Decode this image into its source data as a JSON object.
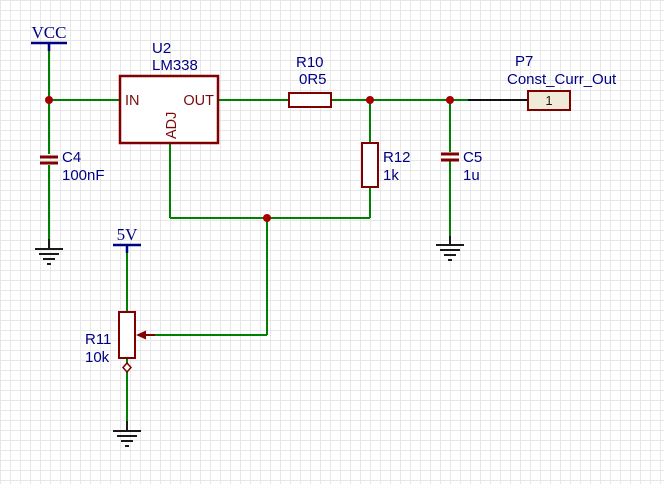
{
  "schematic": {
    "power": {
      "vcc": {
        "label": "VCC"
      },
      "v5": {
        "label": "5V"
      }
    },
    "components": {
      "u2": {
        "designator": "U2",
        "value": "LM338",
        "pin_in": "IN",
        "pin_out": "OUT",
        "pin_adj": "ADJ"
      },
      "r10": {
        "designator": "R10",
        "value": "0R5"
      },
      "r11": {
        "designator": "R11",
        "value": "10k"
      },
      "r12": {
        "designator": "R12",
        "value": "1k"
      },
      "c4": {
        "designator": "C4",
        "value": "100nF"
      },
      "c5": {
        "designator": "C5",
        "value": "1u"
      },
      "p7": {
        "designator": "P7",
        "net": "Const_Curr_Out",
        "pin": "1"
      }
    },
    "colors": {
      "wire": "#008000",
      "junction": "#a80000",
      "component_outline": "#800000",
      "label_text": "#000082",
      "pin_text": "#7c0a0a",
      "ground": "#1a1a1a",
      "port_fill": "#f0ead8"
    }
  }
}
